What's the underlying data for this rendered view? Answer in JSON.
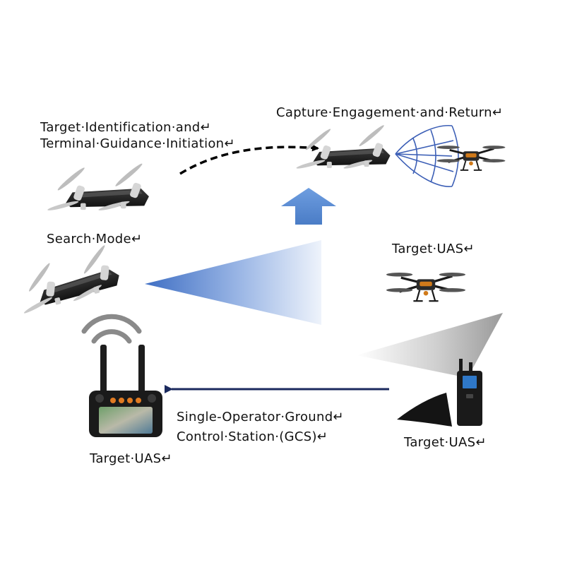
{
  "labels": {
    "target_identification_line1": "Target·Identification·and↵",
    "target_identification_line2": "Terminal·Guidance·Initiation↵",
    "capture_engagement": "Capture·Engagement·and·Return↵",
    "search_mode": "Search·Mode↵",
    "target_uas_right": "Target·UAS↵",
    "gcs_line1": "Single-Operator·Ground↵",
    "gcs_line2": "Control·Station·(GCS)↵",
    "target_uas_left": "Target·UAS↵",
    "target_uas_bottom_right": "Target·UAS↵"
  },
  "icons": [
    "interceptor-drone-icon",
    "capture-net-icon",
    "quadcopter-icon",
    "up-arrow-icon",
    "sensor-beam-icon",
    "wifi-signal-icon",
    "ground-control-station-icon",
    "radar-sensor-icon",
    "handheld-radio-icon"
  ],
  "colors": {
    "beam_blue": "#4a79c8",
    "arrow_navy": "#1b2a5e",
    "up_arrow_blue": "#5b8fd6",
    "net_blue": "#3c5fb6",
    "signal_gray": "#8a8a8a"
  }
}
